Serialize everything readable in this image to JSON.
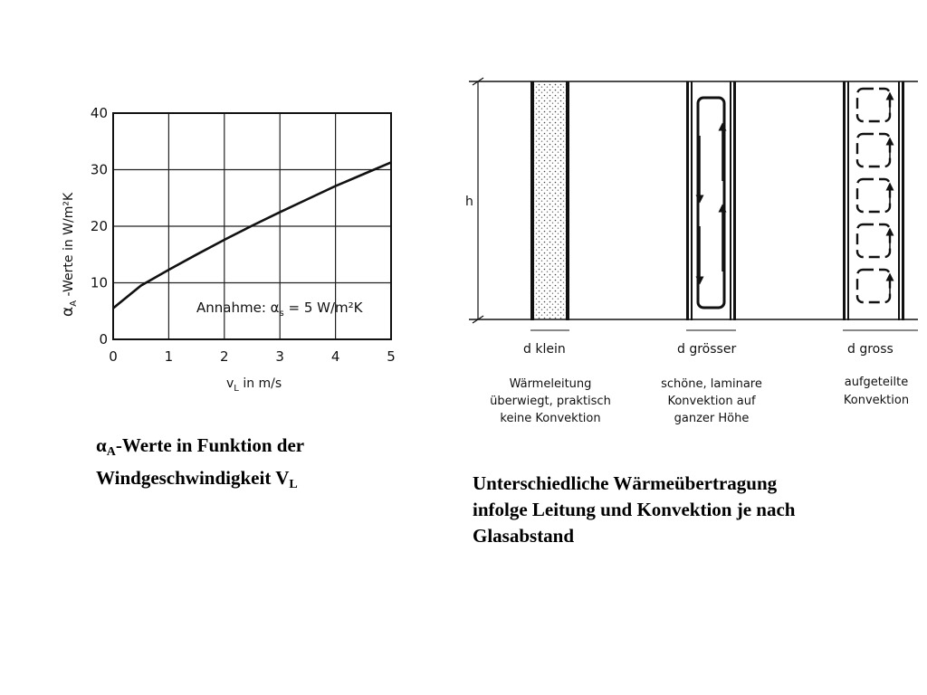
{
  "chart_data": {
    "type": "line",
    "ylabel_prefix": "α",
    "ylabel_sub": "A",
    "ylabel_text": " -Werte  in  W/m²K",
    "xlabel_prefix": "v",
    "xlabel_sub": "L",
    "xlabel_text": "  in  m/s",
    "xlim": [
      0,
      5
    ],
    "ylim": [
      0,
      40
    ],
    "xticks": [
      "0",
      "1",
      "2",
      "3",
      "4",
      "5"
    ],
    "yticks": [
      "0",
      "10",
      "20",
      "30",
      "40"
    ],
    "grid": true,
    "x": [
      0,
      0.5,
      1,
      1.5,
      2,
      2.5,
      3,
      3.5,
      4,
      4.5,
      5
    ],
    "y": [
      5.5,
      9.5,
      12.3,
      15.0,
      17.6,
      20.1,
      22.5,
      24.8,
      27.1,
      29.2,
      31.3
    ],
    "annotation_prefix": "Annahme:  α",
    "annotation_sub": "s",
    "annotation_suffix": " = 5 W/m²K"
  },
  "diagram": {
    "height_label": "h",
    "panels": [
      {
        "d_label": "d  klein",
        "desc": [
          "Wärmeleitung",
          "überwiegt, praktisch",
          "keine Konvektion"
        ]
      },
      {
        "d_label": "d  grösser",
        "desc": [
          "schöne, laminare",
          "Konvektion  auf",
          "ganzer  Höhe"
        ]
      },
      {
        "d_label": "d  gross",
        "desc": [
          "aufgeteilte",
          "Konvektion"
        ]
      }
    ]
  },
  "captions": {
    "left_prefix": "α",
    "left_sub": "A",
    "left_line1_rest": "-Werte in Funktion der",
    "left_line2": "Windgeschwindigkeit V",
    "left_line2_sub": "L",
    "right_lines": [
      "Unterschiedliche Wärmeübertragung",
      "infolge Leitung und Konvektion je nach",
      "Glasabstand"
    ]
  }
}
